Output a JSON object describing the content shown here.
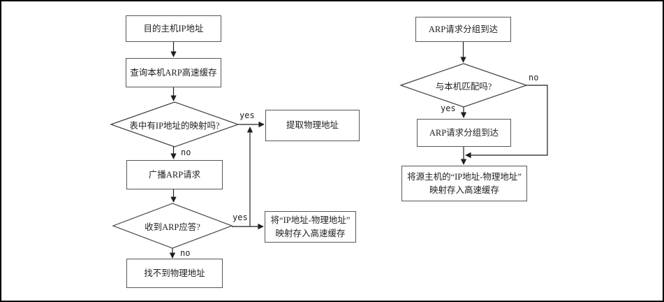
{
  "colors": {
    "line": "#1f1f1f",
    "box_border": "#565656",
    "frame_border": "#000000",
    "background": "#ffffff"
  },
  "flows": [
    {
      "nodes": [
        {
          "id": "dest-ip",
          "type": "process",
          "label": "目的主机IP地址"
        },
        {
          "id": "query-cache",
          "type": "process",
          "label": "查询本机ARP高速缓存"
        },
        {
          "id": "has-mapping",
          "type": "decision",
          "label": "表中有IP地址的映射吗?"
        },
        {
          "id": "extract-addr",
          "type": "process",
          "label": "提取物理地址"
        },
        {
          "id": "broadcast-arp",
          "type": "process",
          "label": "广播ARP请求"
        },
        {
          "id": "got-reply",
          "type": "decision",
          "label": "收到ARP应答?"
        },
        {
          "id": "store-mapping",
          "type": "process",
          "label": "将“IP地址-物理地址”\n映射存入高速缓存"
        },
        {
          "id": "addr-not-found",
          "type": "process",
          "label": "找不到物理地址"
        }
      ],
      "labels": {
        "yes_top": "yes",
        "no_top": "no",
        "yes_bottom": "yes",
        "no_bottom": "no"
      }
    },
    {
      "nodes": [
        {
          "id": "arp-arrival",
          "type": "process",
          "label": "ARP请求分组到达"
        },
        {
          "id": "match-host",
          "type": "decision",
          "label": "与本机匹配吗?"
        },
        {
          "id": "arp-arrival-2",
          "type": "process",
          "label": "ARP请求分组到达"
        },
        {
          "id": "store-source-mapping",
          "type": "process",
          "label": "将源主机的“IP地址-物理地址”\n映射存入高速缓存"
        }
      ],
      "labels": {
        "no": "no",
        "yes": "yes"
      }
    }
  ]
}
